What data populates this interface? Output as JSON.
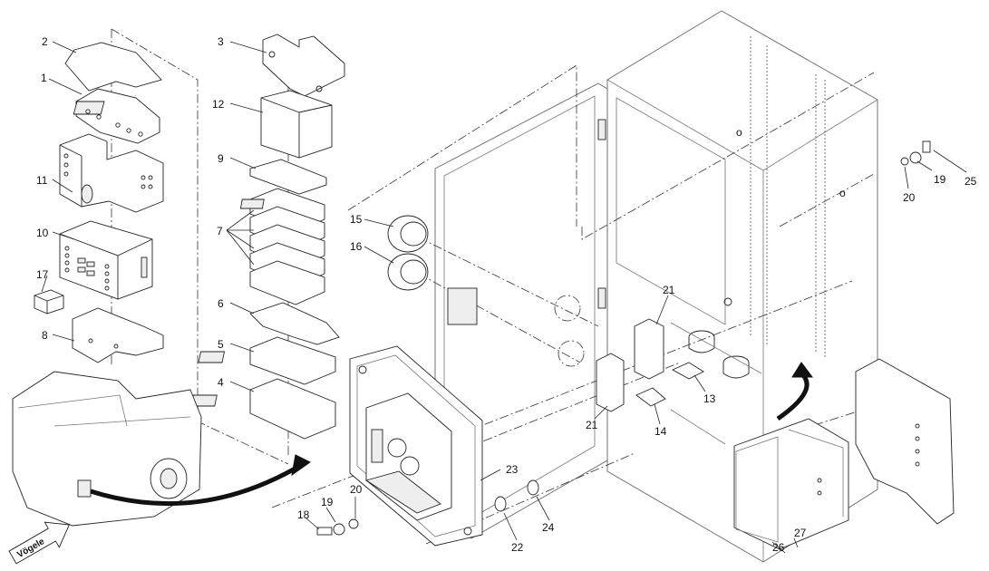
{
  "callouts": [
    {
      "text": "2"
    },
    {
      "text": "1"
    },
    {
      "text": "11"
    },
    {
      "text": "10"
    },
    {
      "text": "17"
    },
    {
      "text": "8"
    },
    {
      "text": "3"
    },
    {
      "text": "12"
    },
    {
      "text": "9"
    },
    {
      "text": "7"
    },
    {
      "text": "6"
    },
    {
      "text": "5"
    },
    {
      "text": "4"
    },
    {
      "text": "15"
    },
    {
      "text": "16"
    },
    {
      "text": "21"
    },
    {
      "text": "21"
    },
    {
      "text": "13"
    },
    {
      "text": "14"
    },
    {
      "text": "23"
    },
    {
      "text": "20"
    },
    {
      "text": "19"
    },
    {
      "text": "18"
    },
    {
      "text": "22"
    },
    {
      "text": "24"
    },
    {
      "text": "25"
    },
    {
      "text": "19"
    },
    {
      "text": "20"
    },
    {
      "text": "27"
    },
    {
      "text": "26"
    }
  ],
  "logo": {
    "brand": "Vögele"
  },
  "colors": {
    "line": "#222222",
    "background": "#ffffff",
    "housing": "#666666"
  }
}
